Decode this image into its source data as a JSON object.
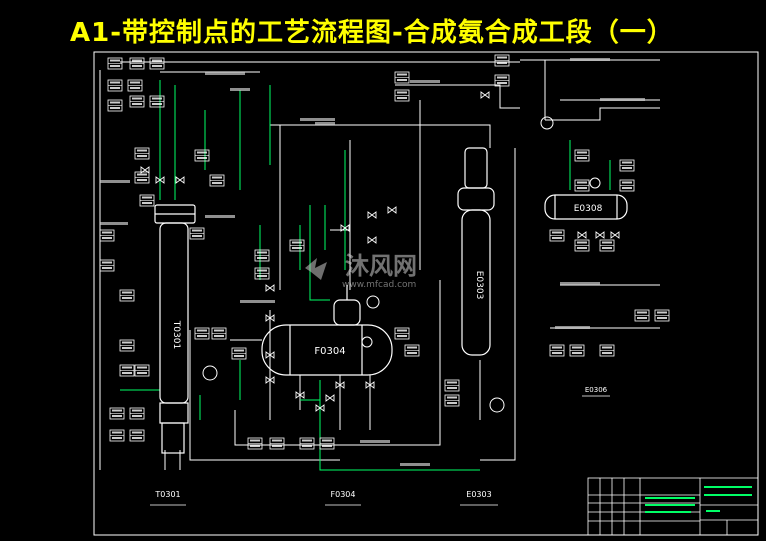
{
  "title": "A1-带控制点的工艺流程图-合成氨合成工段（一）",
  "colors": {
    "background": "#000000",
    "title": "#ffff00",
    "line_white": "#ffffff",
    "line_green": "#00ff66",
    "equipment_white": "#ffffff",
    "frame": "#ffffff"
  },
  "equipment": {
    "t0301": {
      "tag": "T0301"
    },
    "f0304": {
      "tag": "F0304"
    },
    "e0303": {
      "tag": "E0303"
    },
    "e0308": {
      "tag": "E0308"
    },
    "e0306": {
      "tag": "E0306"
    }
  },
  "bottom_labels": {
    "t0301": "T0301",
    "f0304": "F0304",
    "e0303": "E0303"
  },
  "watermark": {
    "name": "沐风网",
    "url": "www.mfcad.com"
  }
}
